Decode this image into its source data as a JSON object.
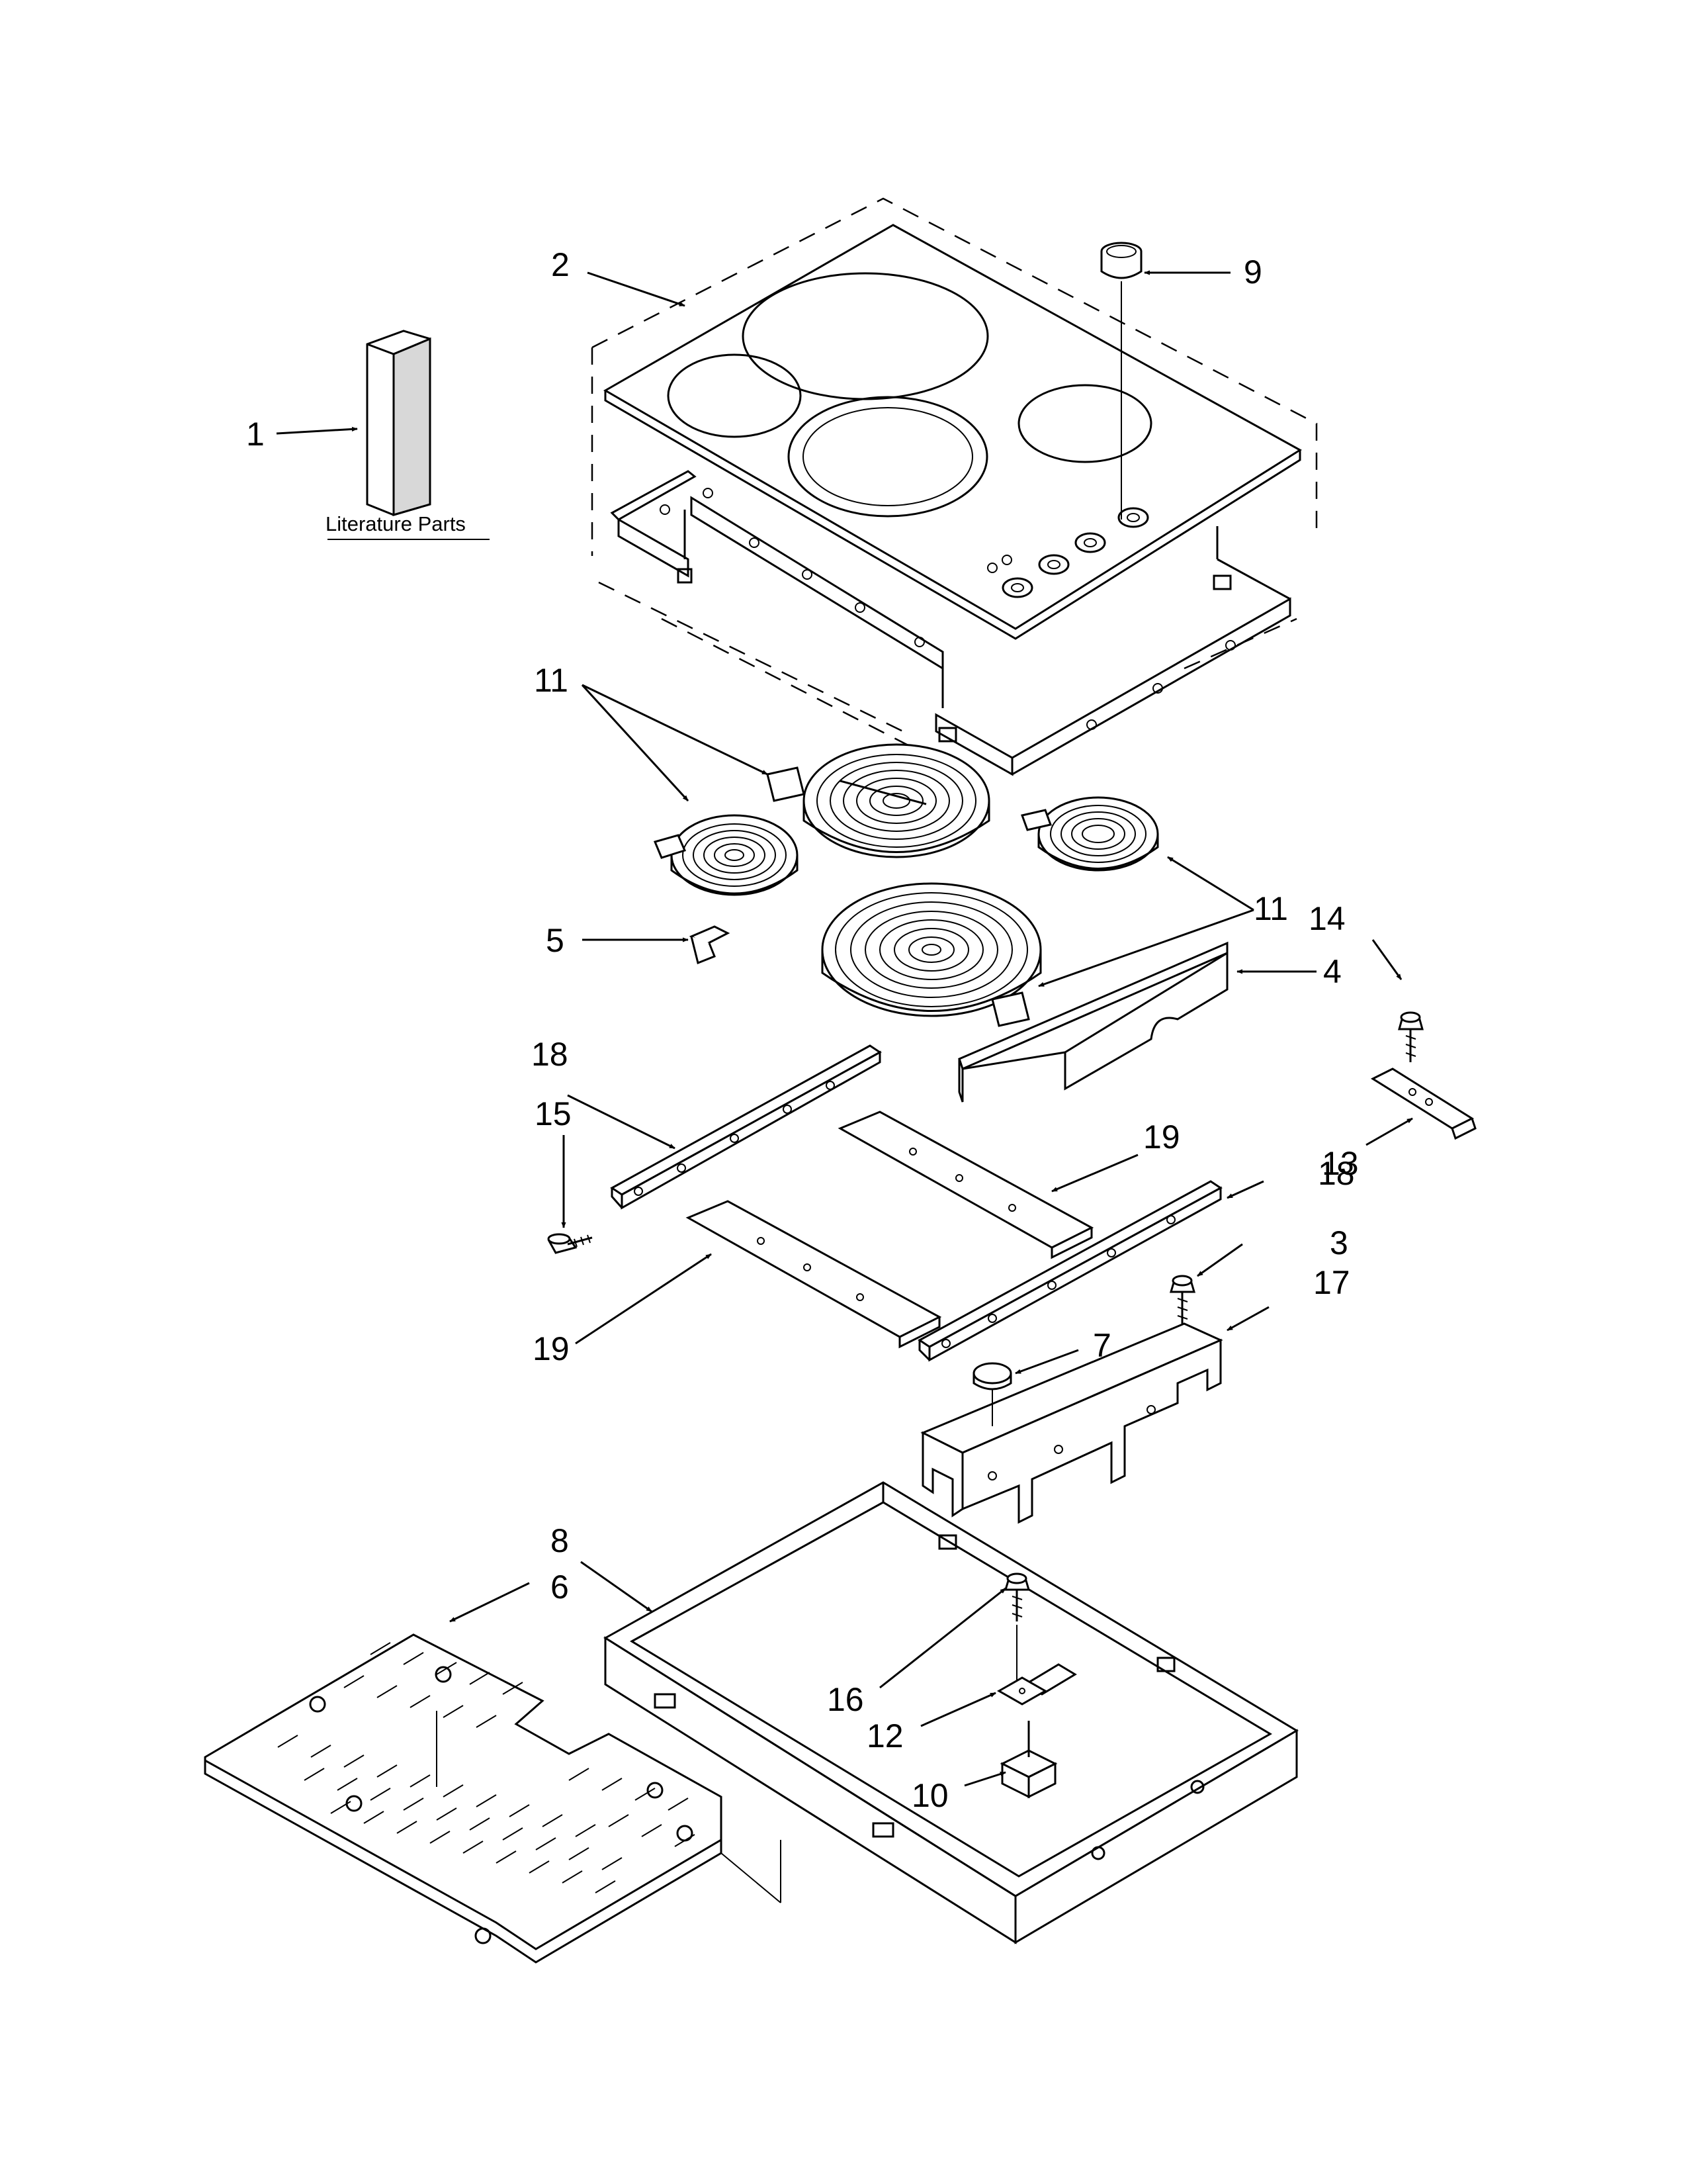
{
  "diagram": {
    "caption": "Literature Parts",
    "callouts": [
      {
        "id": "c1",
        "label": "1"
      },
      {
        "id": "c2",
        "label": "2"
      },
      {
        "id": "c9",
        "label": "9"
      },
      {
        "id": "c11a",
        "label": "11"
      },
      {
        "id": "c11b",
        "label": "11"
      },
      {
        "id": "c5",
        "label": "5"
      },
      {
        "id": "c4",
        "label": "4"
      },
      {
        "id": "c14",
        "label": "14"
      },
      {
        "id": "c18a",
        "label": "18"
      },
      {
        "id": "c15",
        "label": "15"
      },
      {
        "id": "c19a",
        "label": "19"
      },
      {
        "id": "c13",
        "label": "13"
      },
      {
        "id": "c18b",
        "label": "18"
      },
      {
        "id": "c3",
        "label": "3"
      },
      {
        "id": "c17",
        "label": "17"
      },
      {
        "id": "c19b",
        "label": "19"
      },
      {
        "id": "c7",
        "label": "7"
      },
      {
        "id": "c8",
        "label": "8"
      },
      {
        "id": "c6",
        "label": "6"
      },
      {
        "id": "c16",
        "label": "16"
      },
      {
        "id": "c12",
        "label": "12"
      },
      {
        "id": "c10",
        "label": "10"
      }
    ]
  }
}
